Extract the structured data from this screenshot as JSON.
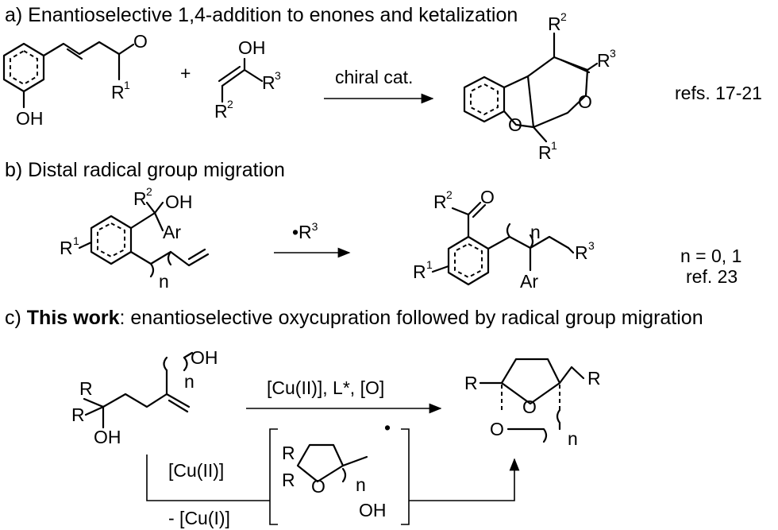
{
  "section_a": {
    "title": "a) Enantioselective 1,4-addition to enones and ketalization",
    "reagent": "chiral cat.",
    "plus": "+",
    "refs": "refs. 17-21",
    "labels": {
      "oh1": "OH",
      "o1": "O",
      "r1": "R",
      "r1_sup": "1",
      "oh2": "OH",
      "r3": "R",
      "r3_sup": "3",
      "r2": "R",
      "r2_sup": "2",
      "p_r2": "R",
      "p_r2_sup": "2",
      "p_r3": "R",
      "p_r3_sup": "3",
      "p_o1": "O",
      "p_o2": "O",
      "p_r1": "R",
      "p_r1_sup": "1"
    }
  },
  "section_b": {
    "title": "b) Distal radical group migration",
    "reagent": "•R",
    "reagent_sup": "3",
    "note_n": "n = 0, 1",
    "note_ref": "ref. 23",
    "labels": {
      "r2": "R",
      "r2_sup": "2",
      "oh": "OH",
      "ar": "Ar",
      "r1": "R",
      "r1_sup": "1",
      "n": "n",
      "p_r2": "R",
      "p_r2_sup": "2",
      "p_o": "O",
      "p_n": "n",
      "p_r3": "R",
      "p_r3_sup": "3",
      "p_r1": "R",
      "p_r1_sup": "1",
      "p_ar": "Ar"
    }
  },
  "section_c": {
    "title_prefix": "c) ",
    "title_bold": "This work",
    "title_rest": ": enantioselective oxycupration followed by radical group migration",
    "reagent": "[Cu(II)], L*, [O]",
    "cu2": "[Cu(II)]",
    "cu1": "- [Cu(I)]",
    "labels": {
      "oh_top": "OH",
      "n_top": "n",
      "r_a": "R",
      "r_b": "R",
      "oh_low": "OH",
      "i_r1": "R",
      "i_r2": "R",
      "i_o": "O",
      "i_n": "n",
      "i_oh": "OH",
      "i_dot": "•",
      "p_r1": "R",
      "p_r2": "R",
      "p_o1": "O",
      "p_o2": "O",
      "p_n": "n"
    }
  }
}
